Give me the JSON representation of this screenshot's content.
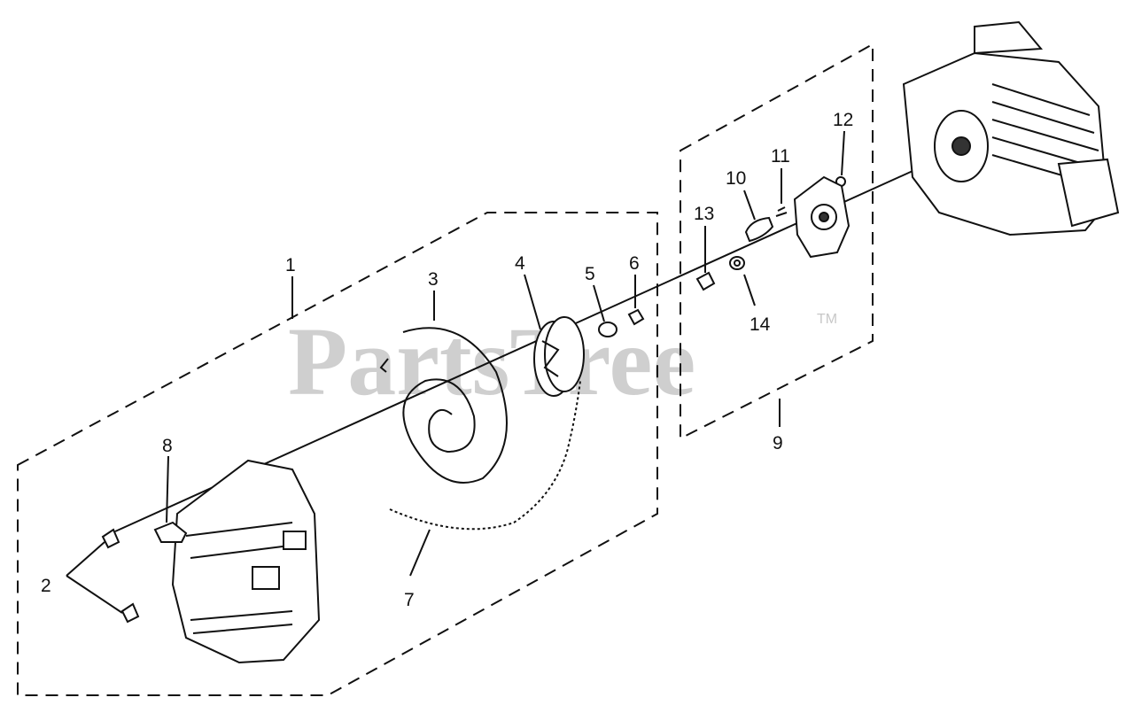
{
  "diagram": {
    "watermark": "PartsTree",
    "watermark_mark": "TM",
    "callouts": [
      "1",
      "2",
      "3",
      "4",
      "5",
      "6",
      "7",
      "8",
      "9",
      "10",
      "11",
      "12",
      "13",
      "14"
    ]
  }
}
